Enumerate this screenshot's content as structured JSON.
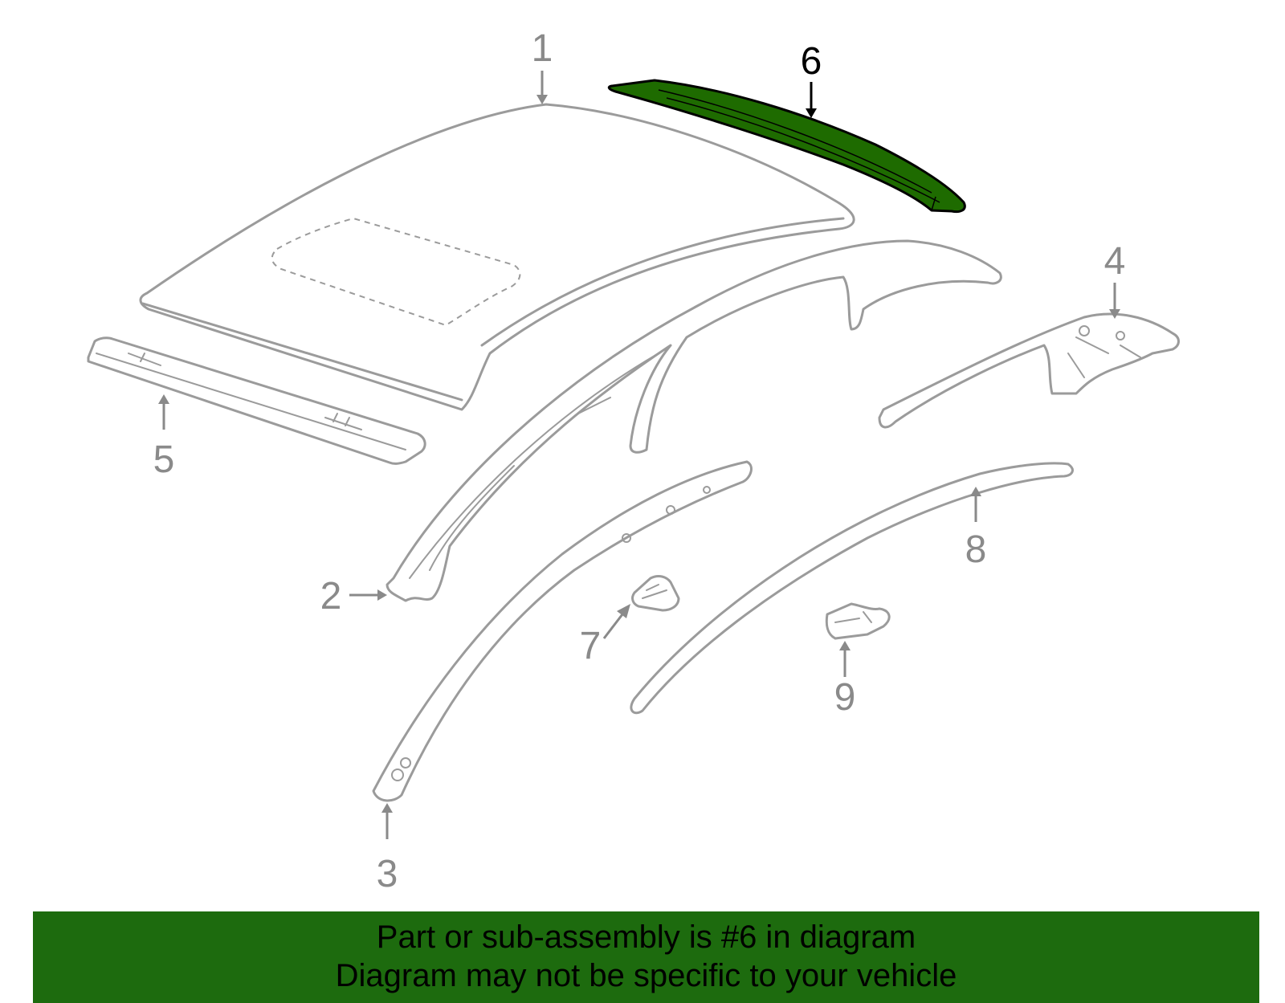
{
  "callouts": [
    "1",
    "2",
    "3",
    "4",
    "5",
    "6",
    "7",
    "8",
    "9"
  ],
  "highlighted_part": "6",
  "banner": {
    "line1": "Part or sub-assembly is #6 in diagram",
    "line2": "Diagram may not be specific to your vehicle"
  },
  "colors": {
    "highlight": "#1e6b00",
    "banner_bg": "#1d6b0e",
    "linework": "#9b9b9b",
    "callout": "#8a8a8a"
  }
}
